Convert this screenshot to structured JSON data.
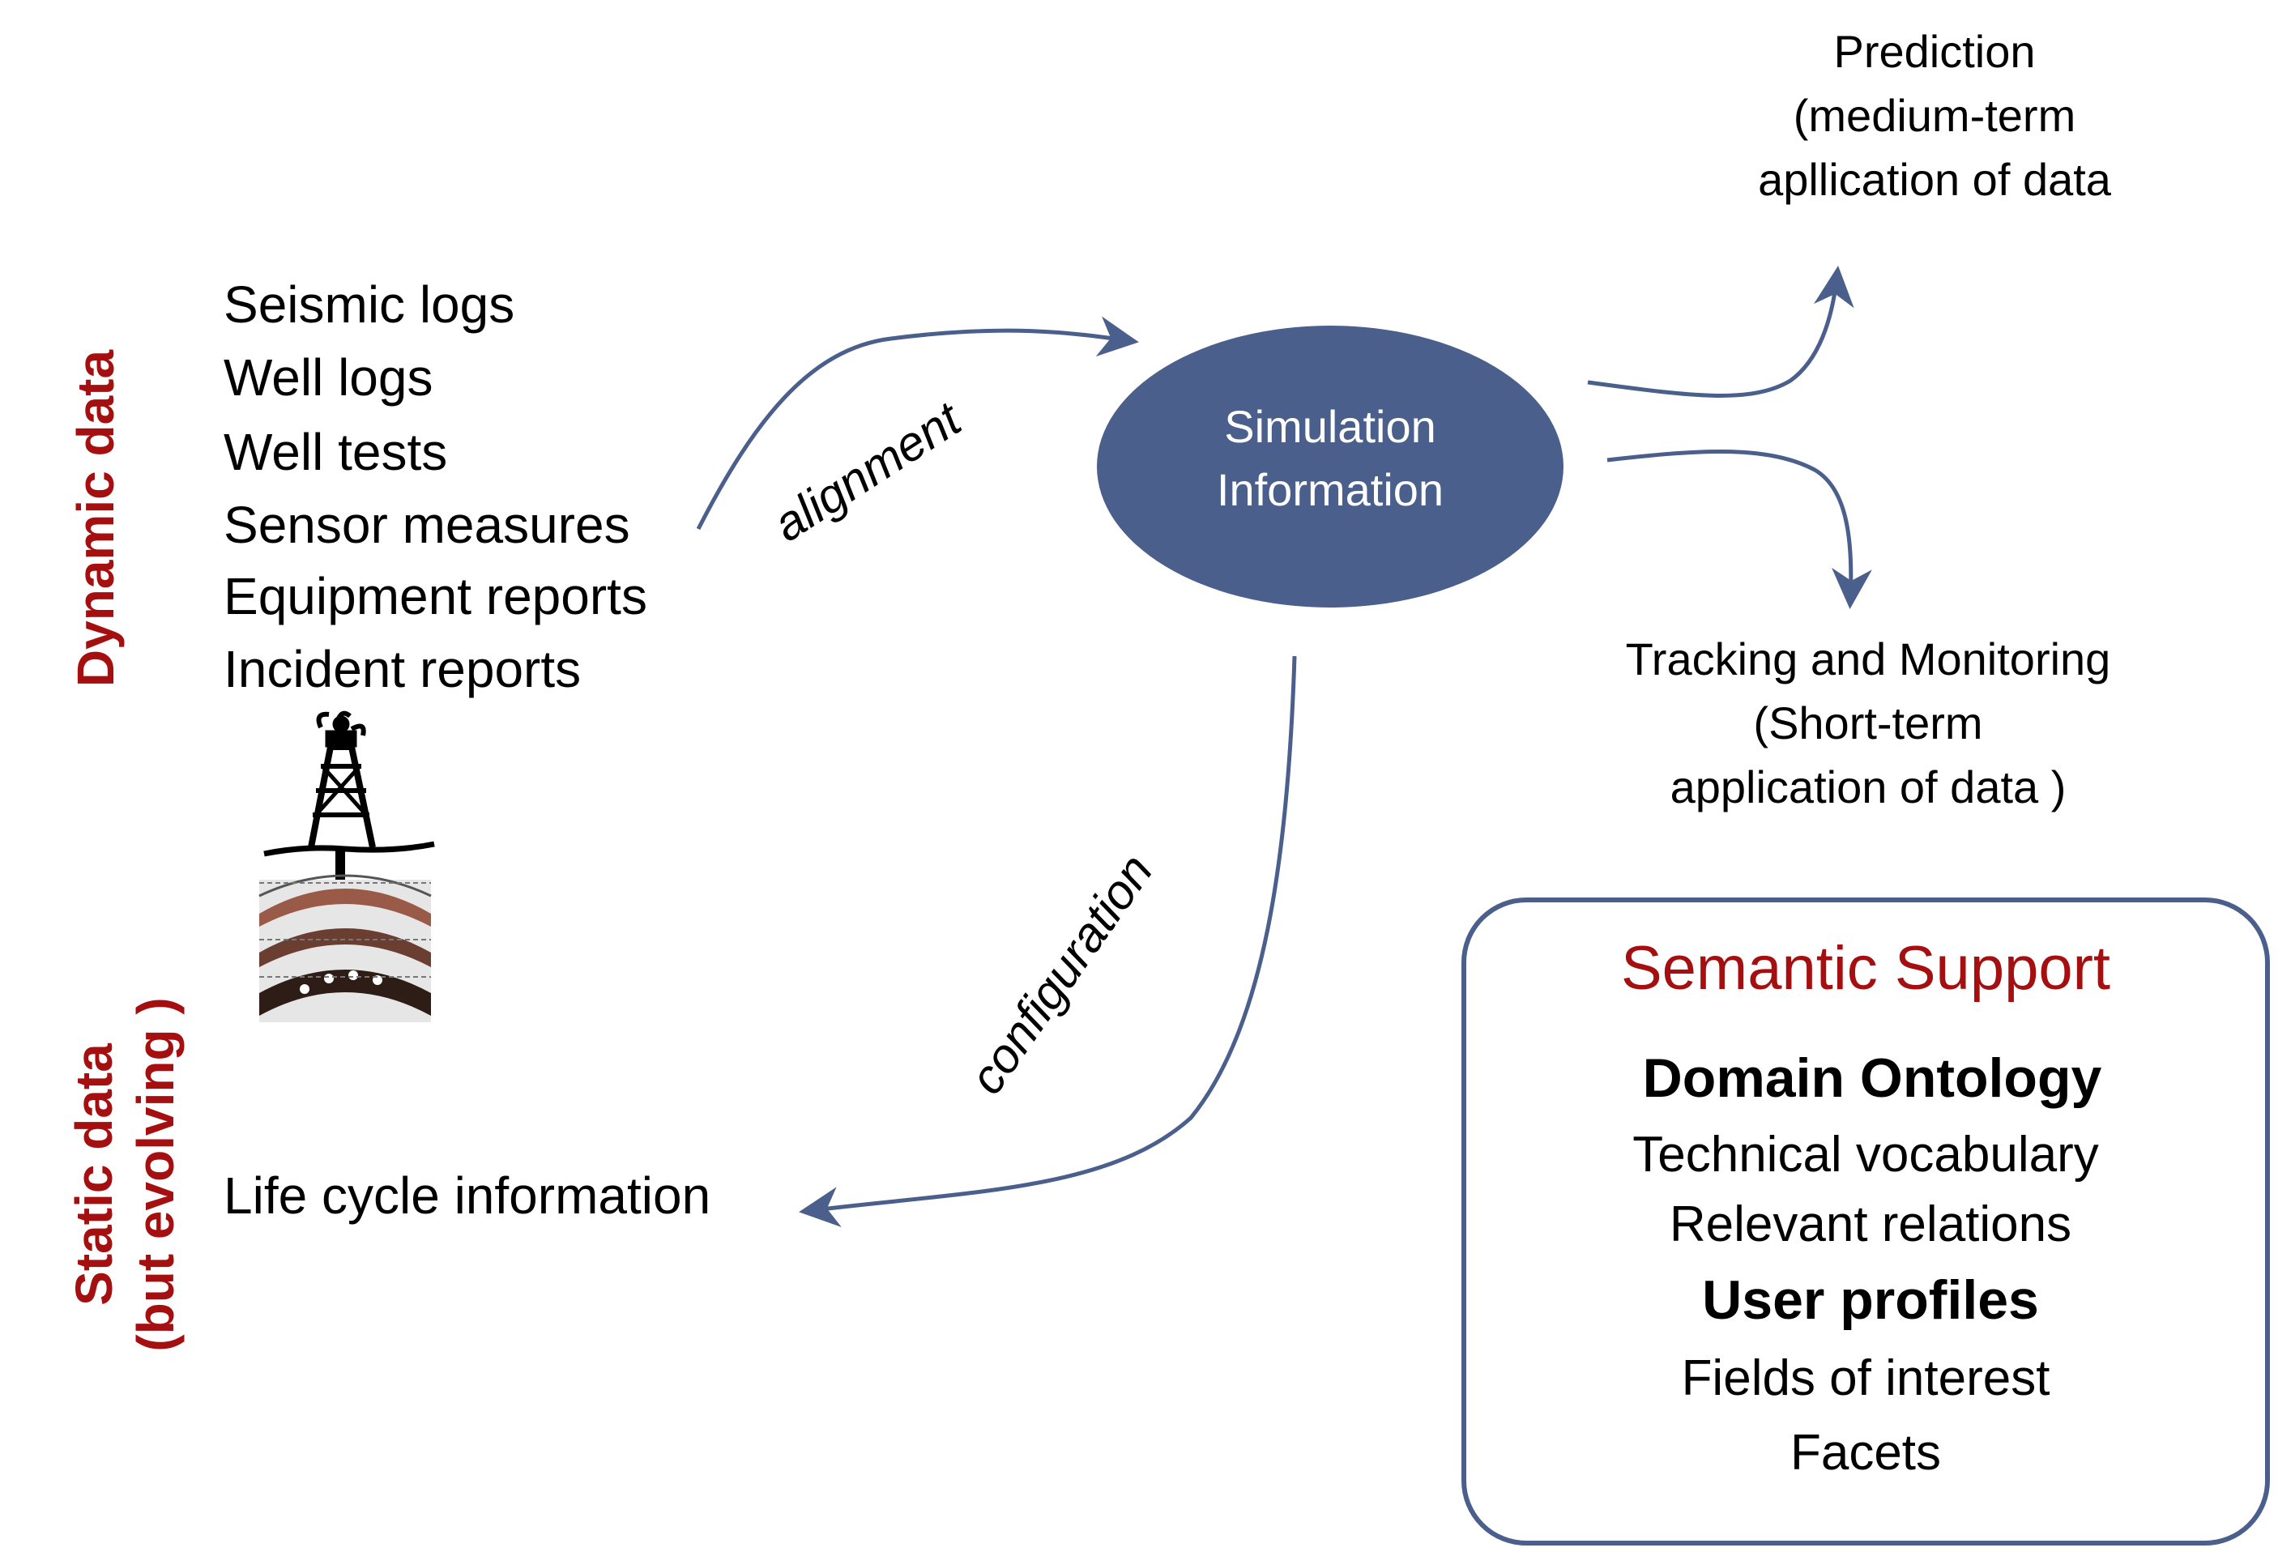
{
  "colors": {
    "accent_red": "#a50f10",
    "node_fill": "#4a5f8c",
    "arrow": "#4b5f8c",
    "text": "#000000",
    "node_text": "#ffffff"
  },
  "side_labels": {
    "dynamic": "Dynamic data",
    "static_line1": "Static data",
    "static_line2": "(but evolving )"
  },
  "dynamic_items": [
    "Seismic logs",
    "Well logs",
    "Well tests",
    "Sensor measures",
    "Equipment reports",
    "Incident reports"
  ],
  "static_items": [
    "Life cycle information"
  ],
  "simulation_node": {
    "line1": "Simulation",
    "line2": "Information"
  },
  "edge_labels": {
    "alignment": "alignment",
    "configuration": "configuration"
  },
  "prediction": {
    "line1": "Prediction",
    "line2": "(medium-term",
    "line3": "apllication of data"
  },
  "tracking": {
    "line1": "Tracking and Monitoring",
    "line2": "(Short-term",
    "line3": "application of data )"
  },
  "semantic_support": {
    "title": "Semantic Support",
    "domain_heading": "Domain Ontology",
    "domain_items": [
      "Technical vocabulary",
      "Relevant relations"
    ],
    "profiles_heading": "User profiles",
    "profiles_items": [
      "Fields of interest",
      "Facets"
    ]
  },
  "icons": {
    "oil_rig": "oil-rig-icon",
    "rock_strata": "rock-strata-icon"
  }
}
